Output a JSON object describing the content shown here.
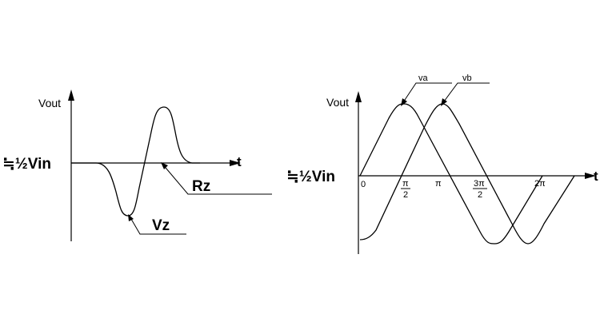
{
  "left_panel": {
    "y_axis_label": "Vout",
    "x_axis_label": "t",
    "ref_level_label": "≒½Vin",
    "annotations": {
      "rz": "Rz",
      "vz": "Vz"
    }
  },
  "right_panel": {
    "y_axis_label": "Vout",
    "x_axis_label": "t",
    "ref_level_label": "≒½Vin",
    "series_labels": {
      "va": "va",
      "vb": "vb"
    },
    "ticks": {
      "zero": "0",
      "half_pi_top": "π",
      "half_pi_bottom": "2",
      "pi": "π",
      "three_half_pi_top": "3π",
      "three_half_pi_bottom": "2",
      "two_pi": "2π"
    }
  },
  "chart_data": {
    "type": "line",
    "x_ticks": [
      "0",
      "π/2",
      "π",
      "3π/2",
      "2π"
    ],
    "series_names": [
      "va",
      "vb"
    ]
  }
}
